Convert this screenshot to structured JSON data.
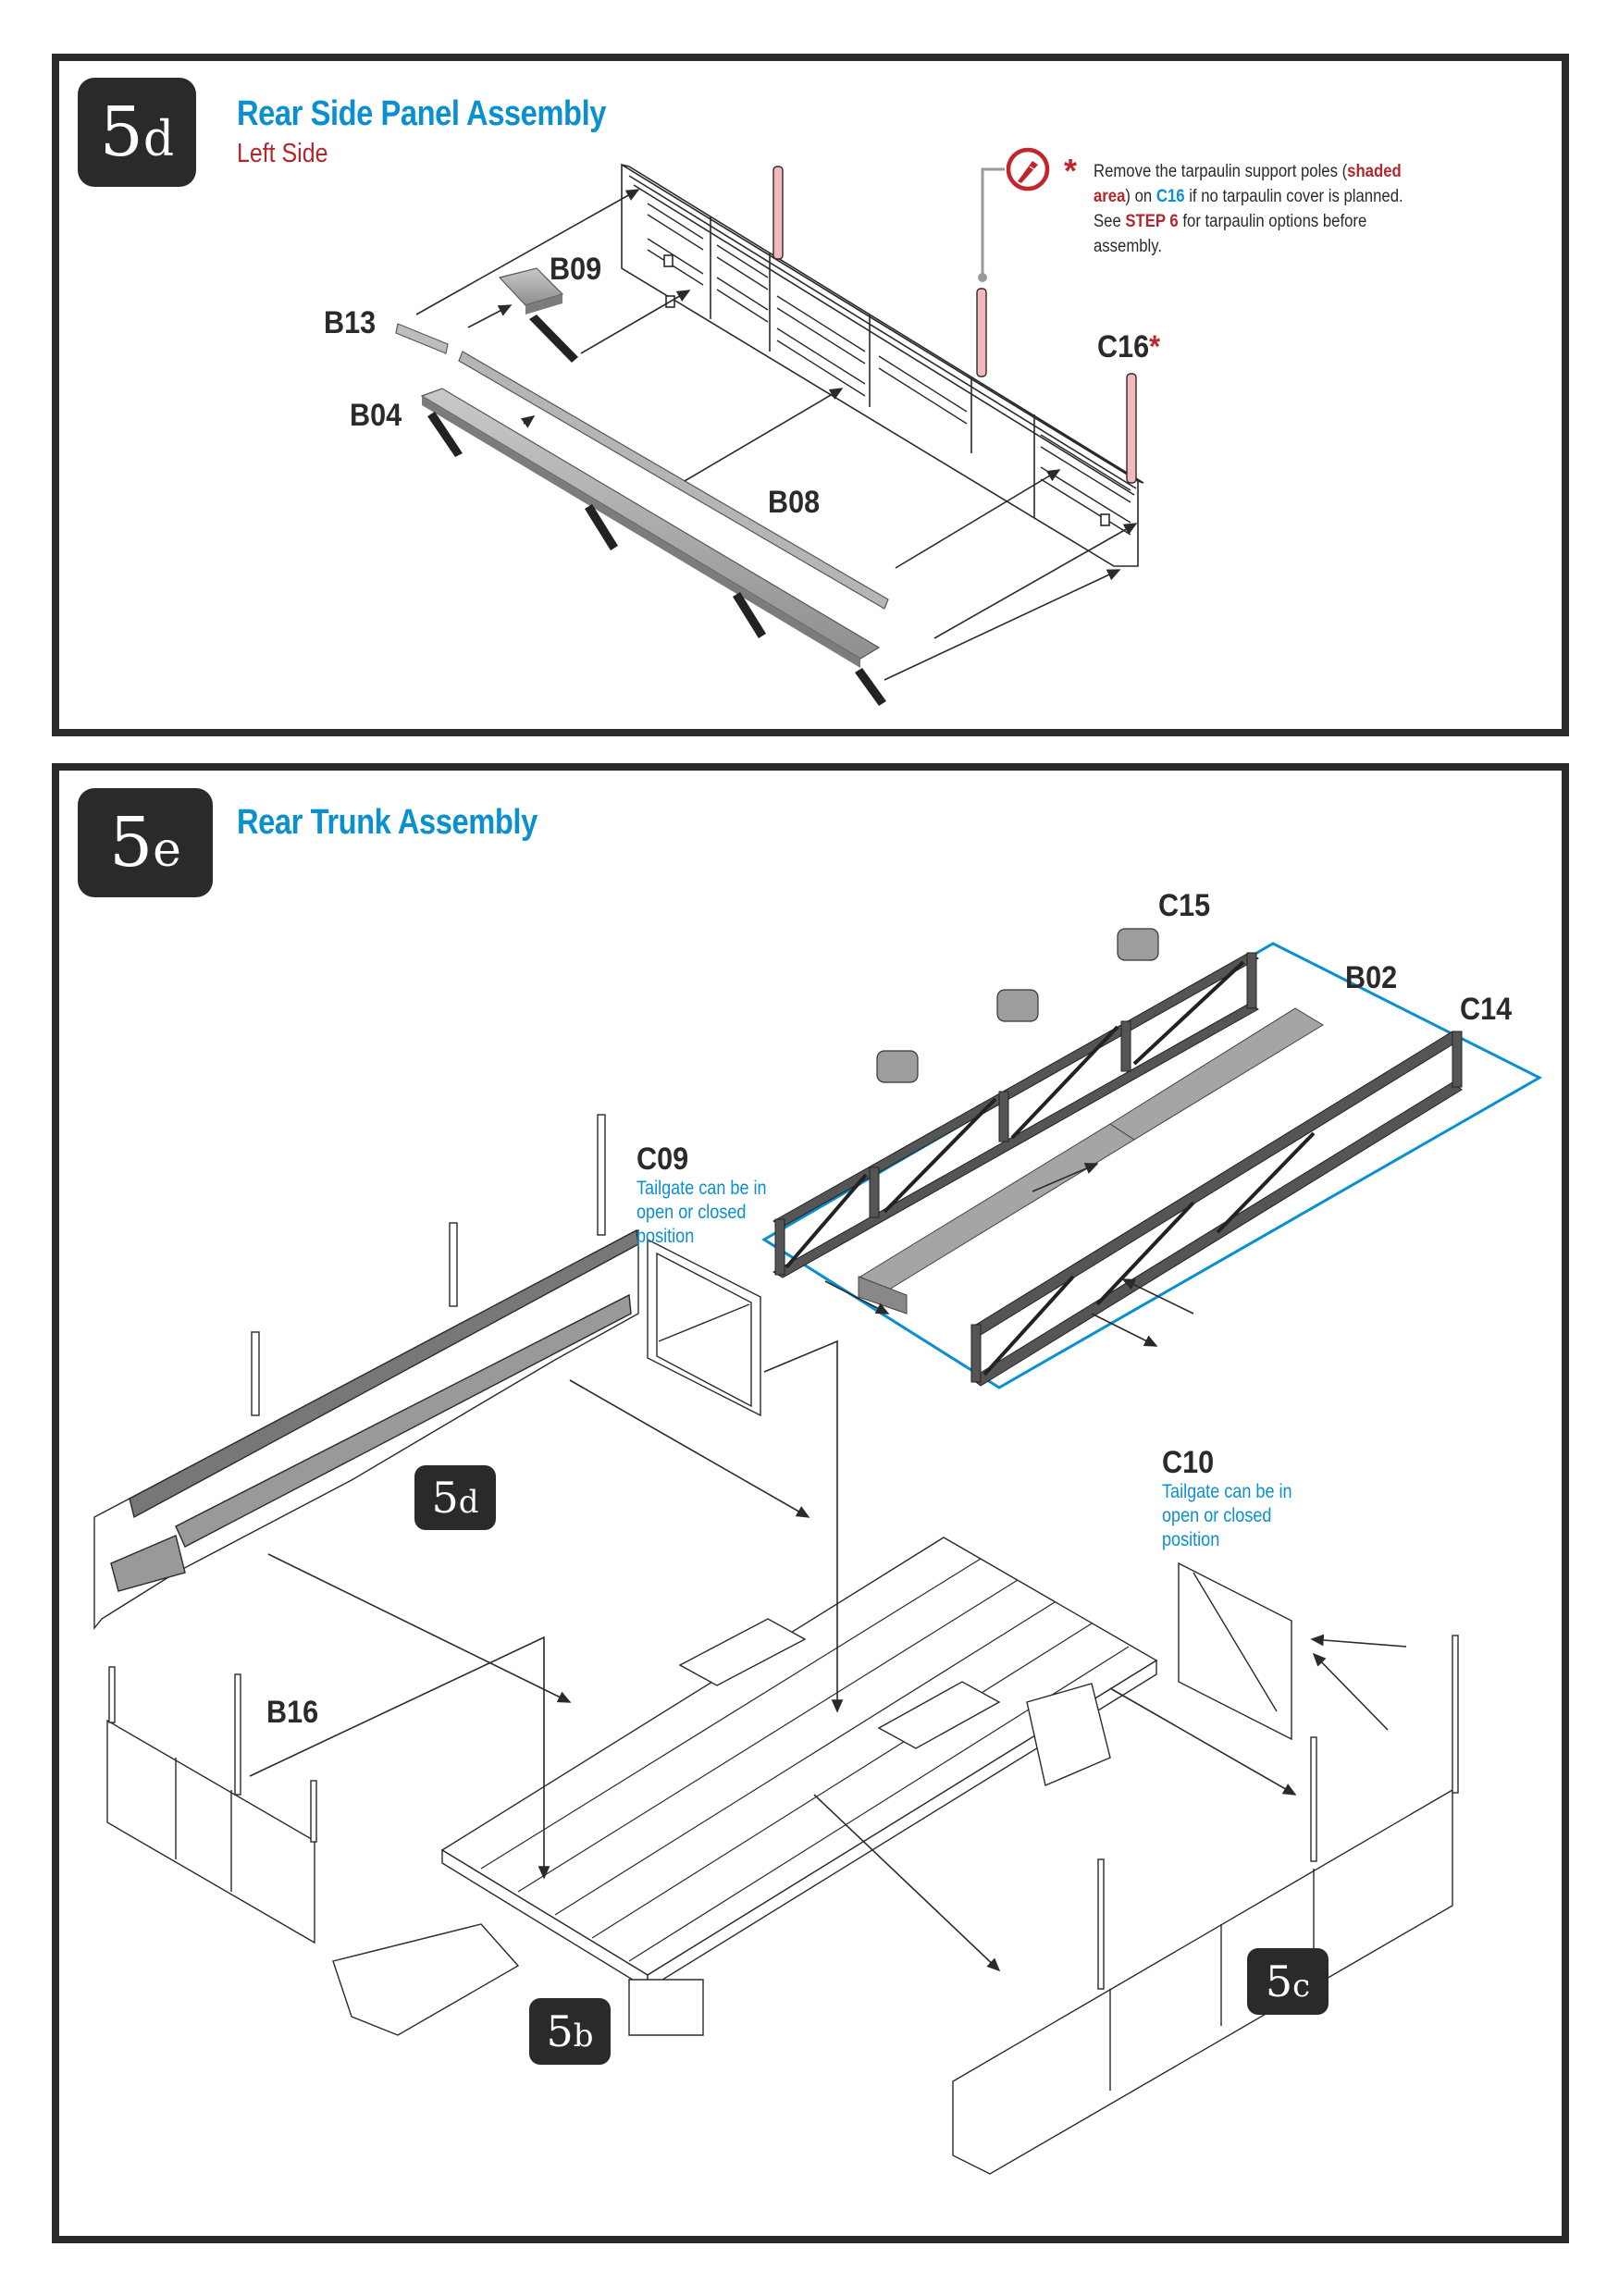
{
  "steps": [
    {
      "id": "5d",
      "badge_number": "5",
      "badge_letter": "d",
      "title": "Rear Side Panel Assembly",
      "subtitle": "Left Side",
      "parts": {
        "b13": "B13",
        "b09": "B09",
        "b04": "B04",
        "b08": "B08",
        "c16": "C16",
        "c16_star": "*"
      },
      "note": {
        "icon": "hobby-knife-cut-icon",
        "star": "*",
        "line1_prefix": "Remove the tarpaulin support poles (",
        "line1_highlight": "shaded",
        "line2_highlight": "area",
        "line2_mid": ") on ",
        "line2_part": "C16",
        "line2_suffix": " if no tarpaulin cover is planned.",
        "line3_prefix": "See ",
        "line3_highlight": "STEP 6",
        "line3_suffix": " for tarpaulin options before",
        "line4": "assembly."
      }
    },
    {
      "id": "5e",
      "badge_number": "5",
      "badge_letter": "e",
      "title": "Rear Trunk Assembly",
      "parts": {
        "c15": "C15",
        "b02": "B02",
        "c14": "C14",
        "c09": "C09",
        "c10": "C10",
        "b16": "B16"
      },
      "c09_note": [
        "Tailgate can be in",
        "open or closed",
        "position"
      ],
      "c10_note": [
        "Tailgate can be in",
        "open or closed",
        "position"
      ],
      "sub_assemblies": [
        {
          "number": "5",
          "letter": "d"
        },
        {
          "number": "5",
          "letter": "b"
        },
        {
          "number": "5",
          "letter": "c"
        }
      ]
    }
  ],
  "colors": {
    "title_blue": "#0a8fcf",
    "subtitle_red": "#b3262d",
    "frame_dark": "#2a2a2a",
    "shaded_pole_pink": "#f2b8bd",
    "part_grey": "#a9a9a9"
  }
}
